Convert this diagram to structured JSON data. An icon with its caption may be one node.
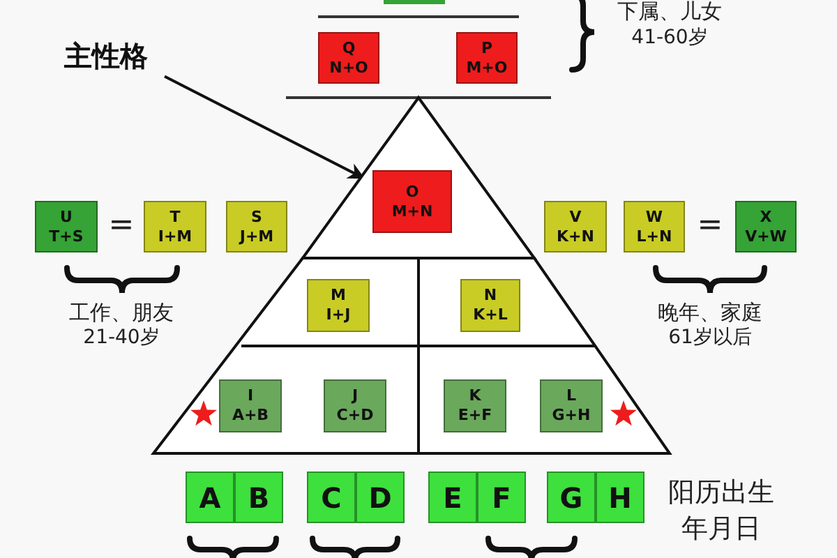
{
  "diagram": {
    "nodes": [
      {
        "text": [],
        "shape": "box"
      },
      {
        "text": [
          "主性格"
        ]
      },
      {
        "text": [
          "Q",
          "N+O"
        ]
      },
      {
        "text": [
          "P",
          "M+O"
        ]
      },
      {
        "text": [],
        "shape": "triangle"
      },
      {
        "text": [
          "O",
          "M+N"
        ],
        "in": 4
      },
      {
        "text": [
          "U",
          "T+S"
        ]
      },
      {
        "text": [
          "T",
          "I+M"
        ]
      },
      {
        "text": [
          "S",
          "J+M"
        ]
      },
      {
        "text": [
          "V",
          "K+N"
        ]
      },
      {
        "text": [
          "W",
          "L+N"
        ]
      },
      {
        "text": [
          "X",
          "V+W"
        ]
      },
      {
        "text": [
          "M",
          "I+J"
        ]
      },
      {
        "text": [
          "N",
          "K+L"
        ]
      },
      {
        "text": [
          "I",
          "A+B"
        ]
      },
      {
        "text": [
          "J",
          "C+D"
        ]
      },
      {
        "text": [
          "K",
          "E+F"
        ]
      },
      {
        "text": [
          "L",
          "G+H"
        ]
      },
      {
        "text": [
          "A"
        ]
      },
      {
        "text": [
          "B"
        ]
      },
      {
        "text": [
          "C"
        ]
      },
      {
        "text": [
          "D"
        ]
      },
      {
        "text": [
          "E"
        ]
      },
      {
        "text": [
          "F"
        ]
      },
      {
        "text": [
          "G"
        ]
      },
      {
        "text": [
          "H"
        ]
      }
    ],
    "edges": [
      {
        "from": 1,
        "to": 4,
        "arrow": "to"
      }
    ],
    "labels": [
      "下属、儿女",
      "41-60岁",
      "=",
      "=",
      "工作、朋友",
      "21-40岁",
      "晚年、家庭",
      "61岁以后",
      "阳历出生",
      "年月日"
    ]
  }
}
